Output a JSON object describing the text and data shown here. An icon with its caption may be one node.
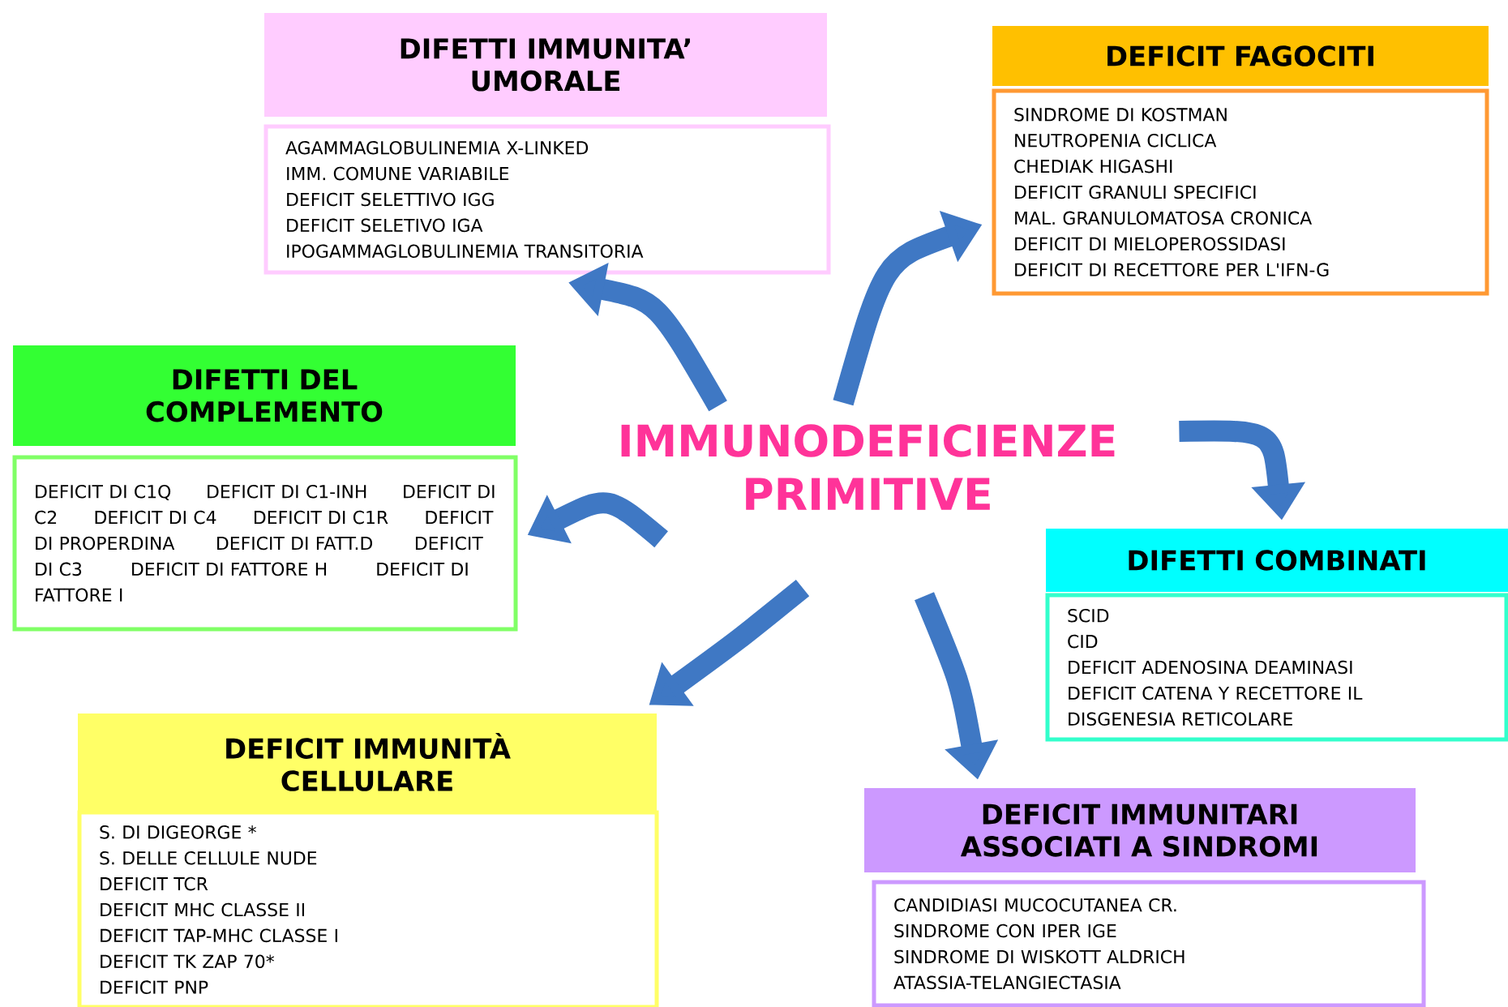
{
  "diagram": {
    "nodes": [
      {
        "text": [
          "DIFETTI IMMUNITA’ UMORALE"
        ]
      },
      {
        "text": [
          "AGAMMAGLOBULINEMIA X-LINKED",
          "IMM. COMUNE VARIABILE",
          "DEFICIT SELETTIVO IGG",
          "DEFICIT SELETIVO IGA",
          "IPOGAMMAGLOBULINEMIA TRANSITORIA"
        ]
      },
      {
        "text": [
          "DEFICIT FAGOCITI"
        ]
      },
      {
        "text": [
          "SINDROME DI KOSTMAN",
          "NEUTROPENIA CICLICA",
          "CHEDIAK HIGASHI",
          "DEFICIT GRANULI SPECIFICI",
          "MAL. GRANULOMATOSA CRONICA",
          "DEFICIT DI MIELOPEROSSIDASI",
          "DEFICIT DI RECETTORE PER L'IFN-G"
        ]
      },
      {
        "text": [
          "DIFETTI DEL COMPLEMENTO"
        ]
      },
      {
        "text": [
          "DEFICIT DI C1Q",
          "DEFICIT DI C1-INH",
          "DEFICIT DI C2",
          "DEFICIT DI C4",
          "DEFICIT DI C1R",
          "DEFICIT DI PROPERDINA",
          "DEFICIT DI FATT.D",
          "DEFICIT DI C3",
          "DEFICIT DI FATTORE H",
          "DEFICIT DI FATTORE I"
        ]
      },
      {
        "text": [
          "IMMUNODEFICIENZE PRIMITIVE"
        ]
      },
      {
        "text": [
          "DIFETTI COMBINATI"
        ]
      },
      {
        "text": [
          "SCID",
          "CID",
          "DEFICIT ADENOSINA DEAMINASI",
          "DEFICIT CATENA Y RECETTORE IL",
          "DISGENESIA RETICOLARE"
        ]
      },
      {
        "text": [
          "DEFICIT IMMUNITÀ CELLULARE"
        ]
      },
      {
        "text": [
          "S. DI DIGEORGE *",
          "S. DELLE CELLULE NUDE",
          "DEFICIT TCR",
          "DEFICIT MHC CLASSE II",
          "DEFICIT TAP-MHC CLASSE I",
          "DEFICIT TK ZAP 70*",
          "DEFICIT PNP"
        ]
      },
      {
        "text": [
          "DEFICIT IMMUNITARI ASSOCIATI A SINDROMI"
        ]
      },
      {
        "text": [
          "CANDIDIASI MUCOCUTANEA CR.",
          "SINDROME CON IPER IGE",
          "SINDROME DI WISKOTT ALDRICH",
          "ATASSIA-TELANGIECTASIA"
        ]
      }
    ],
    "edges": [
      {
        "from": 6,
        "to": 1,
        "arrow": "to"
      },
      {
        "from": 6,
        "to": 3,
        "arrow": "to"
      },
      {
        "from": 6,
        "to": 5,
        "arrow": "to"
      },
      {
        "from": 6,
        "to": 7,
        "arrow": "to"
      },
      {
        "from": 6,
        "to": 9,
        "arrow": "to"
      },
      {
        "from": 6,
        "to": 11,
        "arrow": "to"
      }
    ]
  }
}
